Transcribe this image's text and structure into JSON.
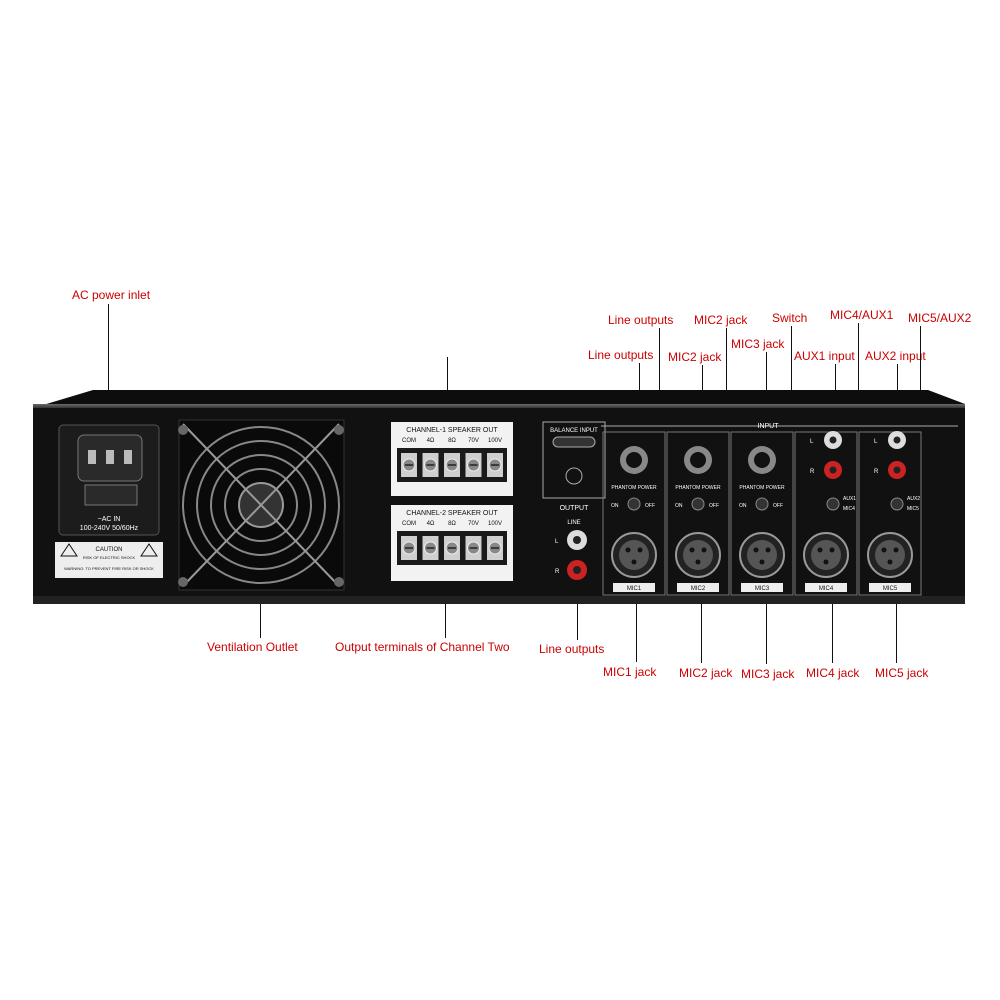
{
  "callouts": {
    "ac_power_inlet": "AC power inlet",
    "line_outputs_top": "Line outputs",
    "mic2_jack_top": "MIC2 jack",
    "switch": "Switch",
    "mic4_aux1": "MIC4/AUX1",
    "mic5_aux2": "MIC5/AUX2",
    "line_outputs_2": "Line outputs",
    "mic2_jack_2": "MIC2 jack",
    "mic3_jack_top": "MIC3 jack",
    "aux1_input": "AUX1 input",
    "aux2_input": "AUX2 input",
    "ventilation_outlet": "Ventilation Outlet",
    "output_terminals_ch2": "Output terminals of Channel Two",
    "line_outputs_bottom": "Line outputs",
    "mic1_jack": "MIC1 jack",
    "mic2_jack_bottom": "MIC2 jack",
    "mic3_jack_bottom": "MIC3 jack",
    "mic4_jack": "MIC4 jack",
    "mic5_jack": "MIC5 jack"
  },
  "panel": {
    "ac_in": "~AC IN",
    "ac_spec": "100-240V 50/60Hz",
    "caution_title": "CAUTION",
    "caution_sub": "RISK OF ELECTRIC SHOCK",
    "warning_text": "WARNING: TO PREVENT FIRE RISK OR SHOCK",
    "ch1_header": "CHANNEL-1 SPEAKER OUT",
    "ch2_header": "CHANNEL-2 SPEAKER OUT",
    "terminals": [
      "COM",
      "4Ω",
      "8Ω",
      "70V",
      "100V"
    ],
    "balance_input": "BALANCE INPUT",
    "output": "OUTPUT",
    "line": "LINE",
    "input": "INPUT",
    "phantom_power": "PHANTOM POWER",
    "on": "ON",
    "off": "OFF",
    "mic_labels": [
      "MIC1",
      "MIC2",
      "MIC3",
      "MIC4",
      "MIC5"
    ],
    "aux1": "AUX1",
    "aux2": "AUX2",
    "mic4": "MIC4",
    "mic5": "MIC5",
    "l": "L",
    "r": "R"
  }
}
